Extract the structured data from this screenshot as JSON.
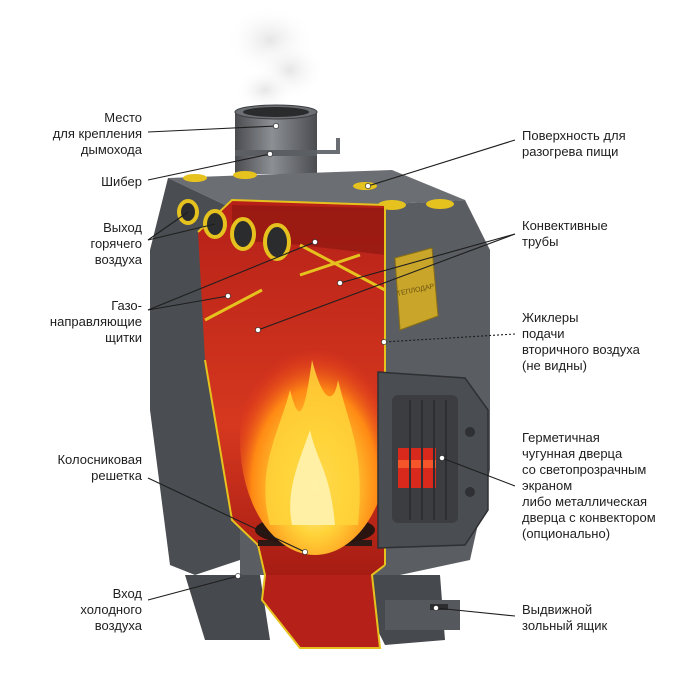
{
  "labels": {
    "chimney_mount": "Место\nдля крепления\nдымохода",
    "damper": "Шибер",
    "hot_air_outlet": "Выход\nгорячего\nвоздуха",
    "gas_baffles": "Газо-\nнаправляющие\nщитки",
    "grate": "Колосниковая\nрешетка",
    "cold_air_inlet": "Вход\nхолодного\nвоздуха",
    "cooking_surface": "Поверхность для\nразогрева пищи",
    "convection_tubes": "Конвективные\nтрубы",
    "secondary_air_jets": "Жиклеры\nподачи\nвторичного воздуха\n(не видны)",
    "door": "Герметичная\nчугунная дверца\nсо светопрозрачным\nэкраном\nлибо металлическая\nдверца с конвектором\n(опционально)",
    "ash_drawer": "Выдвижной\nзольный ящик"
  },
  "plate_text": "ТЕПЛОДАР",
  "colors": {
    "body": "#55585c",
    "body_dark": "#3e4145",
    "interior": "#c4281d",
    "interior_dark": "#8f1710",
    "accent": "#e6c21e",
    "fire": "#ffb21c"
  }
}
